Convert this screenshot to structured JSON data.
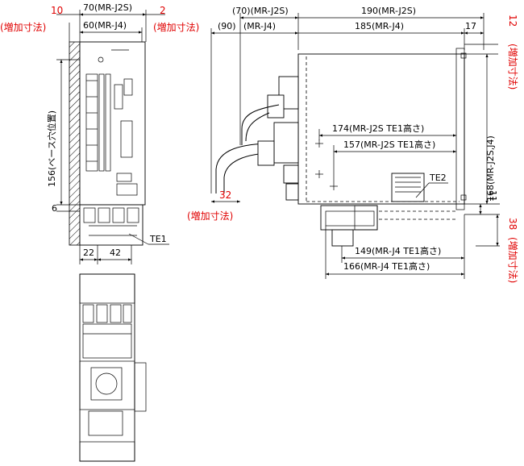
{
  "accent_color": "#e00000",
  "front_view": {
    "dim_top_70": "70(MR-J2S)",
    "dim_top_60": "60(MR-J4)",
    "dim_left_10": "10",
    "dim_right_2": "2",
    "label_inc_left": "(増加寸法)",
    "label_inc_right": "(増加寸法)",
    "dim_vertical_156": "156(ベース穴位置)",
    "dim_6": "6",
    "dim_bottom_22": "22",
    "dim_bottom_42": "42",
    "label_te1": "TE1"
  },
  "side_view": {
    "dim_70_j2s": "(70)(MR-J2S)",
    "dim_90": "(90)",
    "dim_mr_j4": "(MR-J4)",
    "dim_190": "190(MR-J2S)",
    "dim_185": "185(MR-J4)",
    "dim_17": "17",
    "dim_12": "12",
    "label_inc_12": "(増加寸法)",
    "dim_174": "174(MR-J2S TE1高さ)",
    "dim_157": "157(MR-J2S TE1高さ)",
    "dim_168": "168(MR-J2S,J4)",
    "dim_32": "32",
    "label_inc_32": "(増加寸法)",
    "label_te2": "TE2",
    "dim_11": "11",
    "dim_38": "38",
    "label_inc_38": "(増加寸法)",
    "dim_149": "149(MR-J4 TE1高さ)",
    "dim_166": "166(MR-J4 TE1高さ)"
  }
}
